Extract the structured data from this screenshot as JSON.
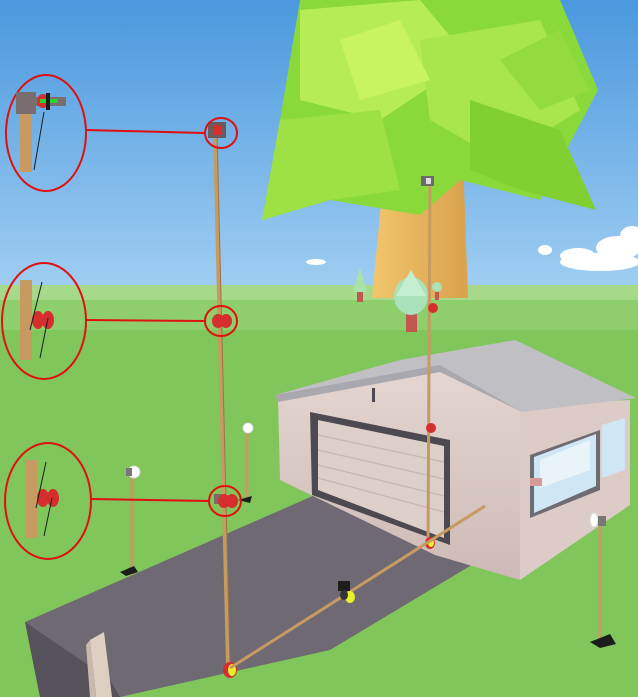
{
  "scene": {
    "kind": "3d-game-viewport",
    "colors": {
      "sky_top": "#4a98de",
      "sky_bottom": "#9dcdf1",
      "grass": "#7fc75a",
      "grass_far": "#a8d98a",
      "driveway": "#6b6670",
      "house_wall": "#d9c8c4",
      "roof": "#b9b7bd",
      "trunk": "#e6b45a",
      "foliage_dark": "#7fd431",
      "foliage_light": "#c2f05b",
      "pole": "#c79a62",
      "insulator": "#d62d2d",
      "wire": "#ff1a1a",
      "callout": "#e01010"
    },
    "callouts": [
      {
        "id": "pole-top-fixture",
        "icon": "hammer-switch-icon"
      },
      {
        "id": "pole-mid-insulator",
        "icon": "double-insulator-icon"
      },
      {
        "id": "pole-low-insulator",
        "icon": "double-insulator-icon"
      }
    ]
  }
}
